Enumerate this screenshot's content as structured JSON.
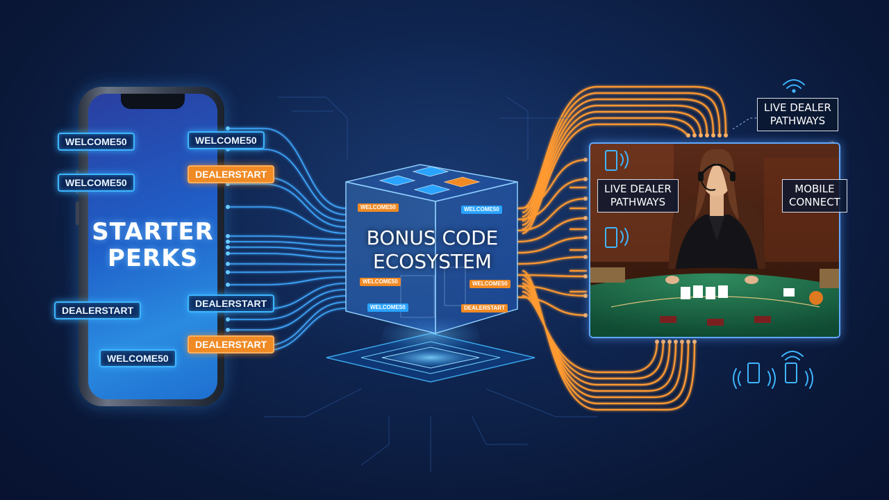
{
  "phone": {
    "title_line1": "STARTER",
    "title_line2": "PERKS"
  },
  "tags": {
    "left": [
      {
        "label": "WELCOME50",
        "style": "blue"
      },
      {
        "label": "WELCOME50",
        "style": "blue"
      },
      {
        "label": "DEALERSTART",
        "style": "blue"
      },
      {
        "label": "WELCOME50",
        "style": "blue"
      }
    ],
    "right_of_phone": [
      {
        "label": "WELCOME50",
        "style": "blue"
      },
      {
        "label": "DEALERSTART",
        "style": "orange"
      },
      {
        "label": "DEALERSTART",
        "style": "blue"
      },
      {
        "label": "DEALERSTART",
        "style": "orange"
      }
    ]
  },
  "cube": {
    "title_line1": "BONUS CODE",
    "title_line2": "ECOSYSTEM",
    "mini_tags": [
      "WELCOME50",
      "WELCOME50",
      "WELCOME50",
      "WELCOME50",
      "WELCOME50",
      "DEALERSTART"
    ]
  },
  "live_panel": {
    "label_top_line1": "LIVE DEALER",
    "label_top_line2": "PATHWAYS",
    "label_inner_line1": "LIVE DEALER",
    "label_inner_line2": "PATHWAYS",
    "label_mobile_line1": "MOBILE",
    "label_mobile_line2": "CONNECT"
  },
  "colors": {
    "blue_glow": "#3fb6ff",
    "orange": "#f08a24",
    "background": "#0f2550"
  }
}
